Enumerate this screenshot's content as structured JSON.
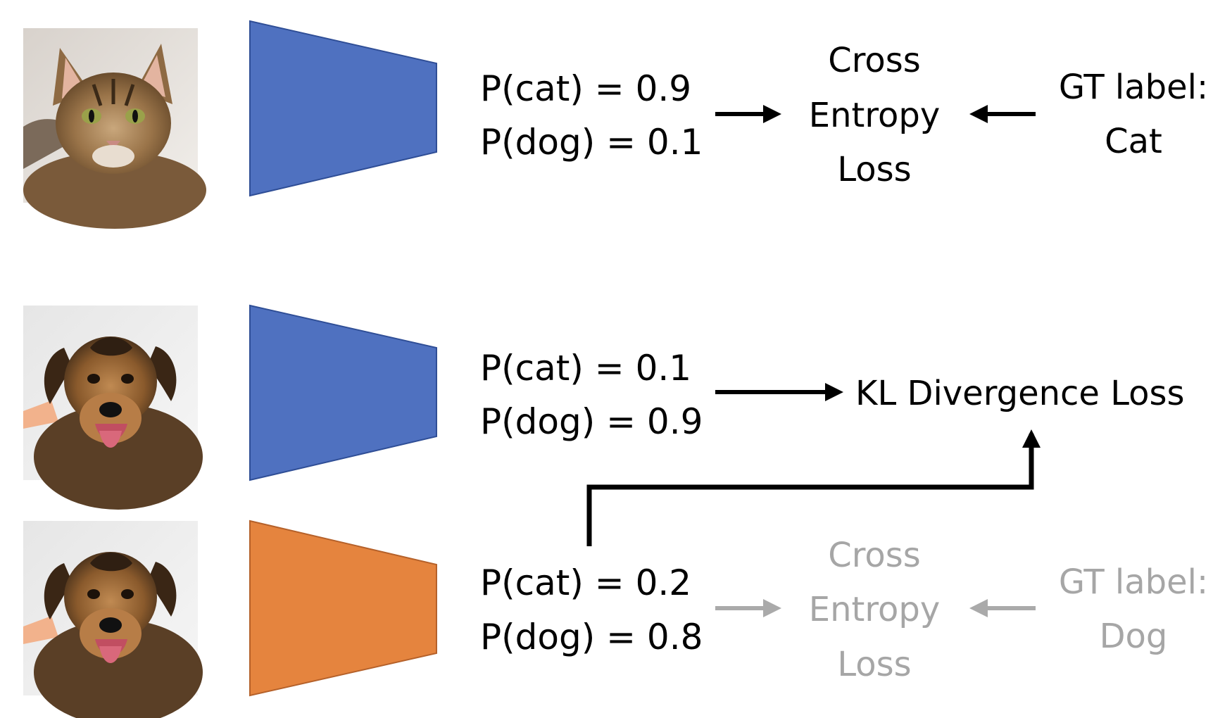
{
  "colors": {
    "network_blue": "#4F71C0",
    "network_blue_stroke": "#2F4E96",
    "network_orange": "#E5843E",
    "network_orange_stroke": "#B5612A",
    "arrow_black": "#000000",
    "arrow_gray": "#AAAAAA",
    "text_black": "#000000",
    "text_gray": "#A6A6A6"
  },
  "rows": [
    {
      "image": "cat-photo",
      "network": "blue",
      "p_cat": "P(cat) = 0.9",
      "p_dog": "P(dog) = 0.1",
      "loss_lines": [
        "Cross",
        "Entropy",
        "Loss"
      ],
      "gt_lines": [
        "GT label:",
        "Cat"
      ],
      "style": "active"
    },
    {
      "image": "dog-photo",
      "network": "blue",
      "p_cat": "P(cat) = 0.1",
      "p_dog": "P(dog) = 0.9",
      "loss_label": "KL Divergence Loss",
      "style": "active"
    },
    {
      "image": "dog-photo",
      "network": "orange",
      "p_cat": "P(cat) = 0.2",
      "p_dog": "P(dog) = 0.8",
      "loss_lines": [
        "Cross",
        "Entropy",
        "Loss"
      ],
      "gt_lines": [
        "GT label:",
        "Dog"
      ],
      "style": "faded"
    }
  ]
}
